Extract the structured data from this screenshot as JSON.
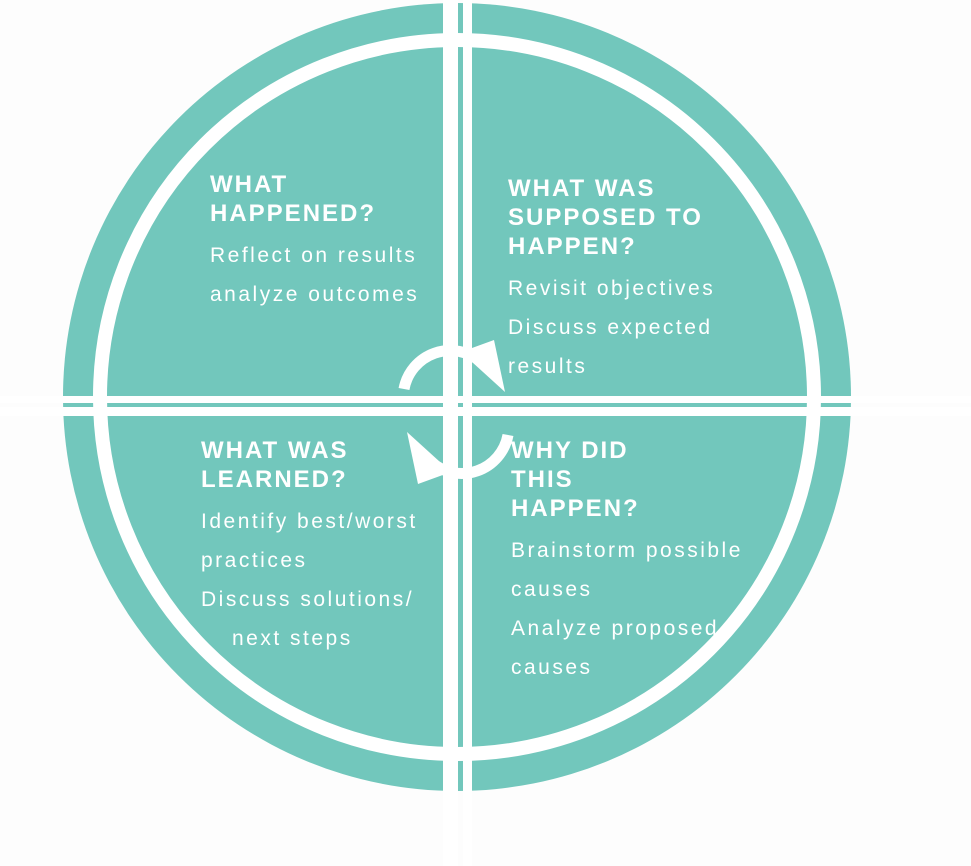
{
  "diagram": {
    "type": "four-quadrant-cycle",
    "colors": {
      "teal": "#72c7bc",
      "text": "#ffffff",
      "page_background": "#fdfdfd"
    },
    "center_icon": "clockwise-cycle-arrows",
    "quadrants": [
      {
        "name": "what-happened",
        "title_lines": [
          "WHAT",
          "HAPPENED?"
        ],
        "body_lines": [
          "Reflect on results",
          "analyze outcomes"
        ]
      },
      {
        "name": "what-was-supposed-to-happen",
        "title_lines": [
          "WHAT WAS",
          "SUPPOSED TO",
          "HAPPEN?"
        ],
        "body_lines": [
          "Revisit objectives",
          "Discuss expected",
          "results"
        ]
      },
      {
        "name": "what-was-learned",
        "title_lines": [
          "WHAT WAS",
          "LEARNED?"
        ],
        "body_lines": [
          "Identify best/worst",
          "practices",
          "Discuss solutions/",
          "next steps"
        ]
      },
      {
        "name": "why-did-this-happen",
        "title_lines": [
          "WHY DID",
          "THIS",
          "HAPPEN?"
        ],
        "body_lines": [
          "Brainstorm possible",
          "causes",
          "Analyze proposed",
          "causes"
        ]
      }
    ]
  }
}
